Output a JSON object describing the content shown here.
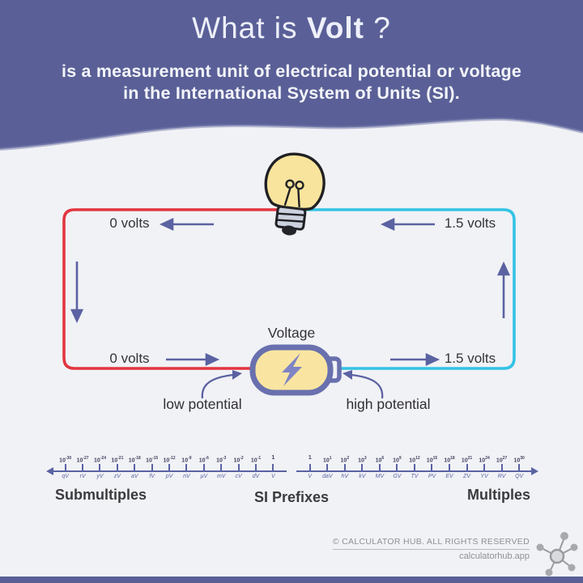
{
  "colors": {
    "header_purple": "#5a6097",
    "background": "#f1f2f6",
    "wire_red": "#e23540",
    "wire_cyan": "#33c3e4",
    "arrow_slate": "#5b62a2",
    "battery_border": "#6970ae",
    "battery_fill": "#f9e5a1",
    "bulb_fill": "#f8e49c"
  },
  "header": {
    "title_light": "What is",
    "title_bold": "Volt",
    "title_suffix": "?",
    "subtitle_line1": "is a measurement unit of electrical potential or voltage",
    "subtitle_line2": "in the International System of Units (SI)."
  },
  "circuit": {
    "top_left_label": "0 volts",
    "top_right_label": "1.5 volts",
    "bottom_left_label": "0 volts",
    "bottom_right_label": "1.5 volts",
    "battery_label": "Voltage",
    "low_potential_label": "low potential",
    "high_potential_label": "high potential"
  },
  "scales": {
    "left_title": "Submultiples",
    "center_title": "SI Prefixes",
    "right_title": "Multiples",
    "submultiples": [
      {
        "p": "10",
        "e": "-30",
        "u": "qV"
      },
      {
        "p": "10",
        "e": "-27",
        "u": "rV"
      },
      {
        "p": "10",
        "e": "-24",
        "u": "yV"
      },
      {
        "p": "10",
        "e": "-21",
        "u": "zV"
      },
      {
        "p": "10",
        "e": "-18",
        "u": "aV"
      },
      {
        "p": "10",
        "e": "-15",
        "u": "fV"
      },
      {
        "p": "10",
        "e": "-12",
        "u": "pV"
      },
      {
        "p": "10",
        "e": "-9",
        "u": "nV"
      },
      {
        "p": "10",
        "e": "-6",
        "u": "µV"
      },
      {
        "p": "10",
        "e": "-3",
        "u": "mV"
      },
      {
        "p": "10",
        "e": "-2",
        "u": "cV"
      },
      {
        "p": "10",
        "e": "-1",
        "u": "dV"
      },
      {
        "p": "1",
        "e": "",
        "u": "V"
      }
    ],
    "multiples": [
      {
        "p": "1",
        "e": "",
        "u": "V"
      },
      {
        "p": "10",
        "e": "1",
        "u": "daV"
      },
      {
        "p": "10",
        "e": "2",
        "u": "hV"
      },
      {
        "p": "10",
        "e": "3",
        "u": "kV"
      },
      {
        "p": "10",
        "e": "6",
        "u": "MV"
      },
      {
        "p": "10",
        "e": "9",
        "u": "GV"
      },
      {
        "p": "10",
        "e": "12",
        "u": "TV"
      },
      {
        "p": "10",
        "e": "15",
        "u": "PV"
      },
      {
        "p": "10",
        "e": "18",
        "u": "EV"
      },
      {
        "p": "10",
        "e": "21",
        "u": "ZV"
      },
      {
        "p": "10",
        "e": "24",
        "u": "YV"
      },
      {
        "p": "10",
        "e": "27",
        "u": "RV"
      },
      {
        "p": "10",
        "e": "30",
        "u": "QV"
      }
    ]
  },
  "footer": {
    "copyright": "© CALCULATOR HUB. ALL RIGHTS RESERVED",
    "website": "calculatorhub.app"
  }
}
